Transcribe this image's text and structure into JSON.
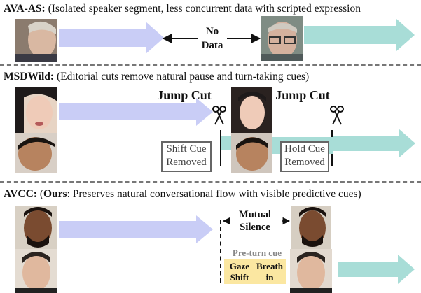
{
  "rows": [
    {
      "name": "AVA-AS:",
      "desc_pre": "(Isolated speaker segment, less concurrent data with scripted expression",
      "desc_bold": "",
      "desc_post": ""
    },
    {
      "name": "MSDWild:",
      "desc_pre": "(Editorial cuts remove natural pause and turn-taking cues)",
      "desc_bold": "",
      "desc_post": ""
    },
    {
      "name": "AVCC:",
      "desc_pre": "(",
      "desc_bold": "Ours",
      "desc_post": ": Preserves natural conversational flow with visible predictive cues)"
    }
  ],
  "ava": {
    "no_data_line1": "No",
    "no_data_line2": "Data"
  },
  "msd": {
    "jump_cut": "Jump Cut",
    "shift_cue_1": "Shift Cue",
    "shift_cue_2": "Removed",
    "hold_cue_1": "Hold Cue",
    "hold_cue_2": "Removed"
  },
  "avcc": {
    "mutual_1": "Mutual",
    "mutual_2": "Silence",
    "pre_turn": "Pre-turn cue",
    "gaze_1": "Gaze",
    "gaze_2": "Shift",
    "breath_1": "Breath",
    "breath_2": "in"
  },
  "colors": {
    "speaker_a_arrow": "#c9cdf6",
    "speaker_b_arrow": "#a8ddd7",
    "cue_box": "#fbe7a1",
    "divider": "#777777"
  },
  "icons": [
    "scissors-icon",
    "arrow-left-icon",
    "arrow-right-icon"
  ]
}
